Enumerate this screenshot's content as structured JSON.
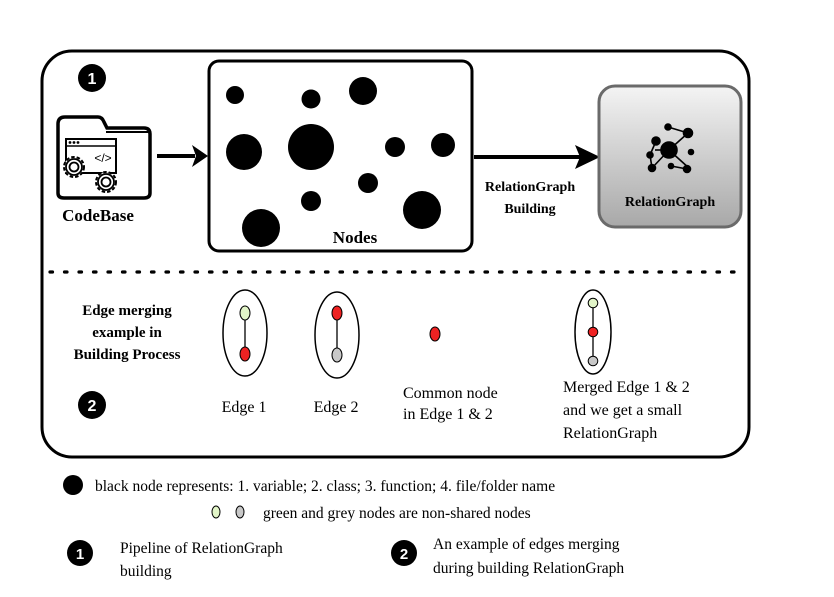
{
  "pipeline": {
    "badge": "1",
    "codebase_label": "CodeBase",
    "code_glyph": "</>",
    "nodes_label": "Nodes",
    "arrow_label_line1": "RelationGraph",
    "arrow_label_line2": "Building",
    "relationgraph_label": "RelationGraph"
  },
  "merging": {
    "badge": "2",
    "title_line1": "Edge merging",
    "title_line2": "example in",
    "title_line3": "Building Process",
    "edge1_label": "Edge 1",
    "edge2_label": "Edge 2",
    "common_line1": "Common node",
    "common_line2": "in Edge 1 & 2",
    "merged_line1": "Merged  Edge 1 & 2",
    "merged_line2": "and we get a small",
    "merged_line3": "RelationGraph"
  },
  "legend": {
    "black_node": "black node represents: 1. variable; 2. class; 3. function; 4. file/folder name",
    "green_grey": "green and grey nodes are non-shared nodes",
    "badge1": "1",
    "item1_line1": "Pipeline of RelationGraph",
    "item1_line2": "building",
    "badge2": "2",
    "item2_line1": "An example of edges merging",
    "item2_line2": "during building RelationGraph"
  },
  "colors": {
    "red_node": "#ee2222",
    "green_node": "#e2f5c8",
    "grey_node": "#c8c8c8",
    "black": "#000000"
  }
}
